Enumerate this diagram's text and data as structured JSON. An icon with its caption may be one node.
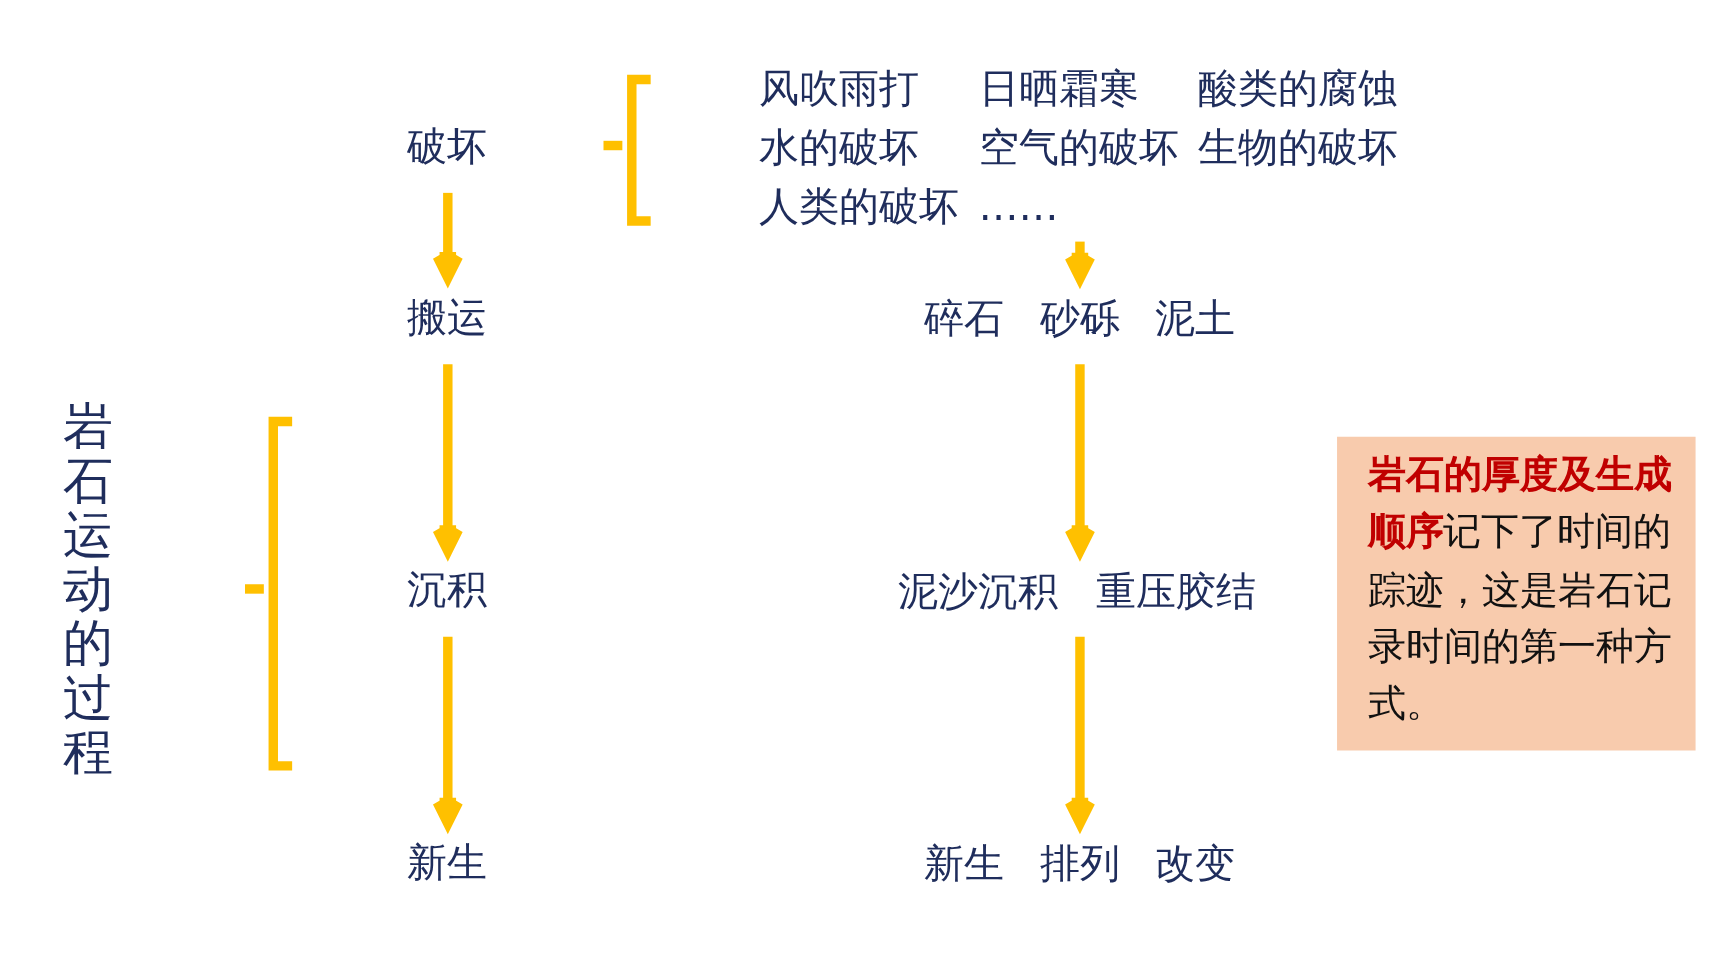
{
  "diagram": {
    "nodes": [
      {
        "text": [
          "破坏"
        ]
      },
      {
        "text": [
          "搬运"
        ]
      },
      {
        "text": [
          "沉积"
        ]
      },
      {
        "text": [
          "新生"
        ]
      },
      {
        "text": [
          "风吹雨打",
          "日晒霜寒",
          "酸类的腐蚀",
          "水的破坏",
          "空气的破坏",
          "生物的破坏",
          "人类的破坏",
          "……"
        ]
      },
      {
        "text": [
          "碎石",
          "砂砾",
          "泥土"
        ]
      },
      {
        "text": [
          "泥沙沉积",
          "重压胶结"
        ]
      },
      {
        "text": [
          "新生",
          "排列",
          "改变"
        ]
      },
      {
        "text": [
          "**岩石的厚度及生成顺序**记下了时间的踪迹，这是岩石记录时间的第一种方式。"
        ]
      }
    ],
    "edges": [
      {
        "from": 0,
        "to": 1,
        "arrow": "to"
      },
      {
        "from": 1,
        "to": 2,
        "arrow": "to"
      },
      {
        "from": 2,
        "to": 3,
        "arrow": "to"
      },
      {
        "from": 4,
        "to": 5,
        "arrow": "to"
      },
      {
        "from": 5,
        "to": 6,
        "arrow": "to"
      },
      {
        "from": 6,
        "to": 7,
        "arrow": "to"
      }
    ],
    "labels": [
      "岩石运动的过程"
    ]
  }
}
